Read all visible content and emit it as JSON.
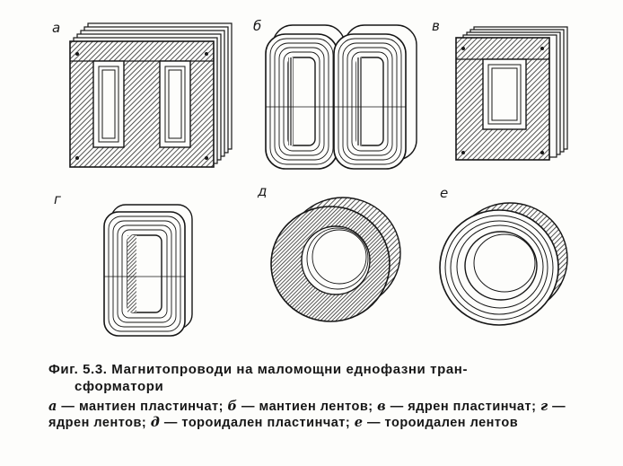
{
  "figure_labels": {
    "a": "а",
    "b": "б",
    "v": "в",
    "g": "г",
    "d": "д",
    "e": "е"
  },
  "caption": {
    "title_line1": "Фиг. 5.3. Магнитопроводи на маломощни еднофазни тран-",
    "title_line2": "сформатори",
    "items": [
      {
        "letter": "а",
        "text": " — мантиен пластинчат; "
      },
      {
        "letter": "б",
        "text": " — мантиен лентов; "
      },
      {
        "letter": "в",
        "text": " — ядрен пластинчат; "
      },
      {
        "letter": "г",
        "text": " —ядрен лентов; "
      },
      {
        "letter": "д",
        "text": " — тороидален пластинчат; "
      },
      {
        "letter": "е",
        "text": " — тороидален лентов"
      }
    ]
  },
  "colors": {
    "ink": "#161616",
    "paper": "#fdfdfb",
    "hatch": "#2a2a2a"
  }
}
